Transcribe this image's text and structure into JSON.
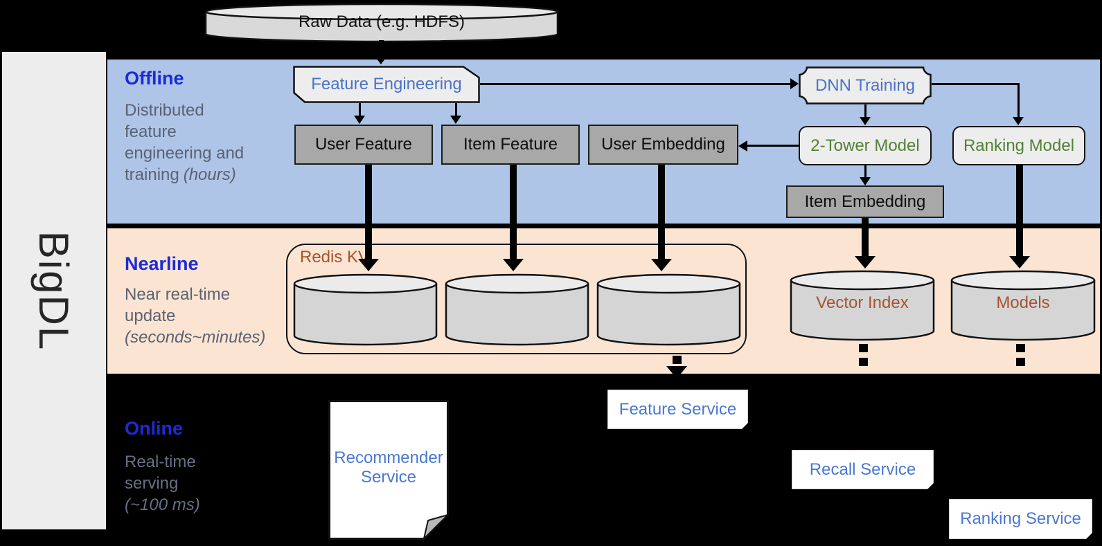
{
  "brand": {
    "label": "BigDL"
  },
  "sections": {
    "offline": {
      "title": "Offline",
      "desc_lines": [
        "Distributed",
        "feature",
        "engineering and",
        "training"
      ],
      "desc_note": "(hours)"
    },
    "nearline": {
      "title": "Nearline",
      "desc_lines": [
        "Near real-time",
        "update"
      ],
      "desc_note": "(seconds~minutes)"
    },
    "online": {
      "title": "Online",
      "desc_lines": [
        "Real-time",
        "serving"
      ],
      "desc_note": "(~100 ms)"
    }
  },
  "nodes": {
    "raw_data": "Raw Data (e.g. HDFS)",
    "feature_engineering": "Feature Engineering",
    "dnn_training": "DNN Training",
    "user_feature": "User Feature",
    "item_feature": "Item Feature",
    "user_embedding": "User Embedding",
    "two_tower_model": "2-Tower Model",
    "ranking_model": "Ranking Model",
    "item_embedding": "Item Embedding",
    "redis_kv": "Redis KV",
    "vector_index": "Vector Index",
    "models": "Models",
    "recommender_service": "Recommender Service",
    "feature_service": "Feature Service",
    "recall_service": "Recall Service",
    "ranking_service": "Ranking Service"
  },
  "colors": {
    "background": "#000000",
    "offline_band": "#aec5e8",
    "nearline_band": "#fbe4d2",
    "section_title_blue": "#1c2bd6",
    "section_desc_gray": "#596273",
    "node_text_blue": "#4a73c8",
    "node_text_green": "#538135",
    "node_text_brown": "#a5532e",
    "service_text_blue": "#4a78d1",
    "gray_box_fill": "#a8a8a8",
    "light_box_fill": "#ededed",
    "cylinder_body": "#d5d5d5",
    "cylinder_top": "#ebebeb"
  }
}
